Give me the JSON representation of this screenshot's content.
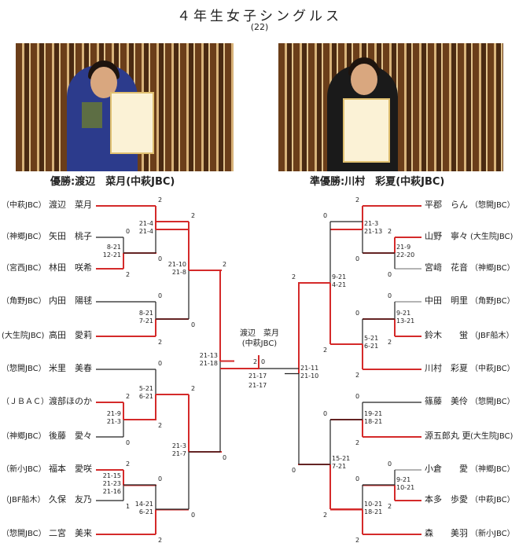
{
  "header": {
    "title": "４年生女子シングルス",
    "subtitle": "(22)"
  },
  "photos": {
    "winner_caption": "優勝:渡辺　菜月(中萩JBC)",
    "runner_up_caption": "準優勝:川村　彩夏(中萩JBC)"
  },
  "colors": {
    "win": "#d42a2a",
    "lose": "#222222",
    "lose_grey": "#888888"
  },
  "bracket": {
    "left_players": [
      {
        "club": "（中萩JBC）",
        "name": "渡辺　菜月"
      },
      {
        "club": "（神郷JBC）",
        "name": "矢田　桃子"
      },
      {
        "club": "（宮西JBC）",
        "name": "林田　咲希"
      },
      {
        "club": "（角野JBC）",
        "name": "内田　陽毬"
      },
      {
        "club": "(大生院JBC)",
        "name": "高田　愛莉"
      },
      {
        "club": "（惣開JBC）",
        "name": "米里　美春"
      },
      {
        "club": "（ＪＢＡＣ）",
        "name": "渡部ほのか"
      },
      {
        "club": "（神郷JBC）",
        "name": "後藤　愛々"
      },
      {
        "club": "（新小JBC）",
        "name": "福本　愛咲"
      },
      {
        "club": "（JBF船木）",
        "name": "久保　友乃"
      },
      {
        "club": "（惣開JBC）",
        "name": "二宮　美来"
      }
    ],
    "right_players": [
      {
        "name": "平郡　らん",
        "club": "（惣開JBC）"
      },
      {
        "name": "山野　寧々",
        "club": "(大生院JBC)"
      },
      {
        "name": "宮﨑　花音",
        "club": "（神郷JBC）"
      },
      {
        "name": "中田　明里",
        "club": "（角野JBC）"
      },
      {
        "name": "鈴木　　蛍",
        "club": "（JBF船木）"
      },
      {
        "name": "川村　彩夏",
        "club": "（中萩JBC）"
      },
      {
        "name": "篠藤　美伶",
        "club": "（惣開JBC）"
      },
      {
        "name": "源五郎丸 更",
        "club": "(大生院JBC)"
      },
      {
        "name": "小倉　　愛",
        "club": "（神郷JBC）"
      },
      {
        "name": "本多　歩愛",
        "club": "（中萩JBC）"
      },
      {
        "name": "森　　美羽",
        "club": "（新小JBC）"
      }
    ],
    "left_matches": [
      {
        "scores": [
          "8-21",
          "12-21"
        ],
        "top_games": "0",
        "bottom_games": "2"
      },
      {
        "scores": [
          "21-4",
          "21-4"
        ],
        "top_games": "2",
        "bottom_games": "0"
      },
      {
        "scores": [
          "8-21",
          "7-21"
        ],
        "top_games": "0",
        "bottom_games": "2"
      },
      {
        "scores": [
          "21-10",
          "21-8"
        ],
        "top_games": "2",
        "bottom_games": "0"
      },
      {
        "scores": [
          "21-9",
          "21-3"
        ],
        "top_games": "2",
        "bottom_games": "0"
      },
      {
        "scores": [
          "5-21",
          "6-21"
        ],
        "top_games": "0",
        "bottom_games": "2"
      },
      {
        "scores": [
          "21-15",
          "21-23",
          "21-16"
        ],
        "top_games": "2",
        "bottom_games": "1"
      },
      {
        "scores": [
          "14-21",
          "6-21"
        ],
        "top_games": "0",
        "bottom_games": "2"
      },
      {
        "scores": [
          "21-3",
          "21-7"
        ],
        "top_games": "2",
        "bottom_games": "0"
      },
      {
        "scores": [
          "21-13",
          "21-18"
        ],
        "top_games": "2",
        "bottom_games": "0"
      }
    ],
    "right_matches": [
      {
        "scores": [
          "21-9",
          "22-20"
        ],
        "top_games": "2",
        "bottom_games": "0"
      },
      {
        "scores": [
          "21-3",
          "21-13"
        ],
        "top_games": "2",
        "bottom_games": "0"
      },
      {
        "scores": [
          "9-21",
          "13-21"
        ],
        "top_games": "0",
        "bottom_games": "2"
      },
      {
        "scores": [
          "5-21",
          "6-21"
        ],
        "top_games": "0",
        "bottom_games": "2"
      },
      {
        "scores": [
          "9-21",
          "4-21"
        ],
        "top_games": "0",
        "bottom_games": "2"
      },
      {
        "scores": [
          "19-21",
          "18-21"
        ],
        "top_games": "0",
        "bottom_games": "2"
      },
      {
        "scores": [
          "9-21",
          "10-21"
        ],
        "top_games": "0",
        "bottom_games": "2"
      },
      {
        "scores": [
          "10-21",
          "18-21"
        ],
        "top_games": "0",
        "bottom_games": "2"
      },
      {
        "scores": [
          "15-21",
          "7-21"
        ],
        "top_games": "0",
        "bottom_games": "2"
      },
      {
        "scores": [
          "21-11",
          "21-10"
        ],
        "top_games": "2",
        "bottom_games": "0"
      }
    ],
    "final": {
      "champion_name": "渡辺　菜月",
      "champion_club": "(中萩JBC)",
      "left_games": "2",
      "right_games": "0",
      "scores": [
        "21-17",
        "21-17"
      ]
    }
  }
}
